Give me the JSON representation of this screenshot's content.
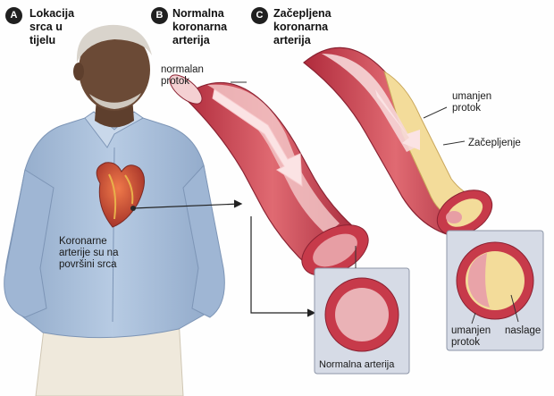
{
  "panels": [
    {
      "letter": "A",
      "title": "Lokacija\nsrca u\ntijelu"
    },
    {
      "letter": "B",
      "title": "Normalna\nkoronarna\narterija"
    },
    {
      "letter": "C",
      "title": "Začepljena\nkoronarna\narterija"
    }
  ],
  "labels": {
    "heart_note": "Koronarne\narterije su na\npovršini srca",
    "normal_flow": "normalan\nprotok",
    "reduced_flow": "umanjen\nprotok",
    "blockage": "Začepljenje",
    "normal_artery": "Normalna arterija",
    "reduced_flow_section": "umanjen\nprotok",
    "deposits": "naslage"
  },
  "colors": {
    "artery_outer": "#c73a4a",
    "artery_lumen": "#f2c4c6",
    "plaque": "#f3dc9a",
    "inset_panel": "#d6dbe6",
    "shirt": "#a9c0dc",
    "skin": "#6b4a36"
  }
}
